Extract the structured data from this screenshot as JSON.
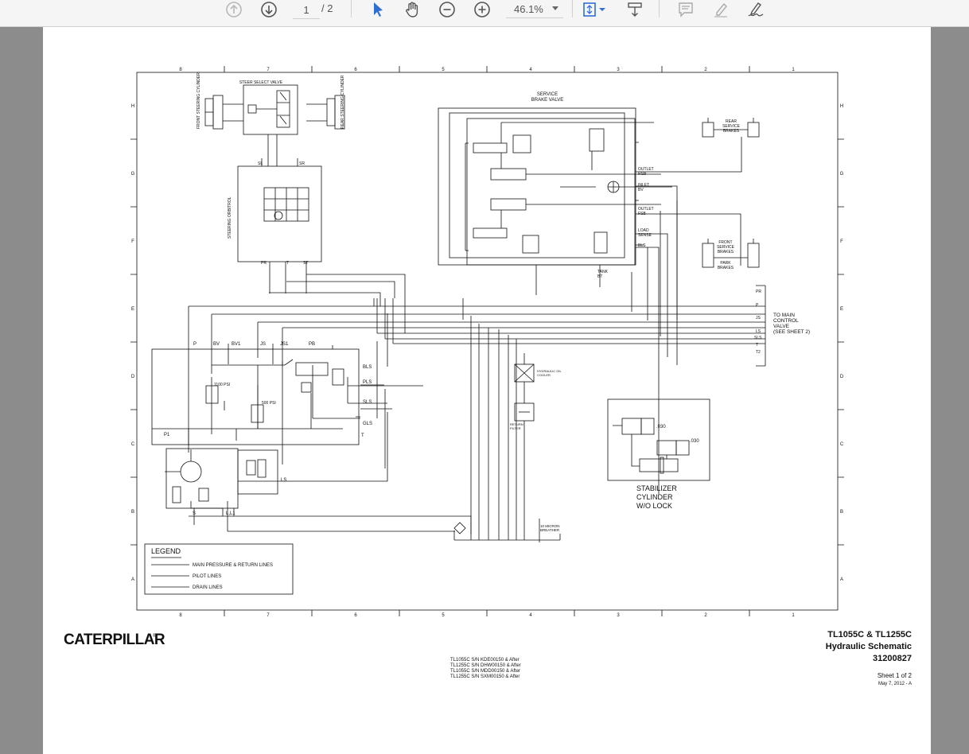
{
  "toolbar": {
    "current_page": "1",
    "total_pages": "/ 2",
    "zoom": "46.1%",
    "icons": [
      "page-up-icon",
      "page-down-icon",
      "zoom-out-icon",
      "zoom-in-icon",
      "select-pointer-icon",
      "hand-tool-icon",
      "fit-page-icon",
      "download-icon",
      "comment-icon",
      "highlight-icon",
      "sign-icon"
    ]
  },
  "schematic": {
    "grid_cols": [
      "8",
      "7",
      "6",
      "5",
      "4",
      "3",
      "2",
      "1"
    ],
    "grid_rows": [
      "H",
      "G",
      "F",
      "E",
      "D",
      "C",
      "B",
      "A"
    ],
    "steer_select_valve": "STEER SELECT VALVE",
    "front_steering_cylinder": "FRONT STEERING CYLINDER",
    "rear_steering_cylinder": "REAR STEERING CYLINDER",
    "steering_orbitrol": "STEERING ORBITROL",
    "service_brake_valve": [
      "SERVICE",
      "BRAKE VALVE"
    ],
    "rear_service_brakes": [
      "REAR",
      "SERVICE",
      "BRAKES"
    ],
    "front_service_brakes": [
      "FRONT",
      "SERVICE",
      "BRAKES"
    ],
    "park_brakes": [
      "PARK",
      "BRAKES"
    ],
    "outlet_rsb": [
      "OUTLET",
      "RSB"
    ],
    "inlet_bv": [
      "INLET",
      "BV"
    ],
    "outlet_fsb": [
      "OUTLET",
      "FSB"
    ],
    "load_sense": [
      "LOAD",
      "SENSE"
    ],
    "bls": "BLS",
    "tank_bt": [
      "TANK",
      "BT"
    ],
    "to_main_control": [
      "TO MAIN",
      "CONTROL",
      "VALVE",
      "(SEE SHEET 2)"
    ],
    "right_ports": [
      "PR",
      "P",
      "JS",
      "LS",
      "SLS",
      "T",
      "T2"
    ],
    "port_labels": {
      "p": "P",
      "bv": "BV",
      "bv1": "BV1",
      "js": "JS",
      "js1": "JS1",
      "pb": "PB",
      "pls": "PLS",
      "sls": "SLS",
      "gls": "GLS",
      "t": "T",
      "p1": "P1",
      "ls": "LS",
      "s": "S",
      "ll1": "L,L1",
      "sl": "SL",
      "sr": "SR",
      "pr": "PR",
      "st": "ST",
      "t_orb": "T"
    },
    "psi_1100": "1100 PSI",
    "psi_500": "500 PSI",
    "cooler": [
      "HYDRAULIC OIL",
      "COOLER"
    ],
    "return_filter": [
      "RETURN",
      "FILTER"
    ],
    "breather": [
      "10 MICRON",
      "BREATHER"
    ],
    "stabilizer": [
      "STABILIZER",
      "CYLINDER",
      "W/O LOCK"
    ],
    "orifice_030a": ".030",
    "orifice_030b": ".030",
    "legend_title": "LEGEND",
    "legend_items": [
      "MAIN PRESSURE & RETURN LINES",
      "PILOT LINES",
      "DRAIN LINES"
    ]
  },
  "title_block": {
    "brand": "CATERPILLAR",
    "registered": "®",
    "model": "TL1055C & TL1255C",
    "title": "Hydraulic Schematic",
    "number": "31200827",
    "sheet": "Sheet 1 of 2",
    "date": "May 7, 2012 - A",
    "serials": [
      "TL1055C S/N KDE00150 & After",
      "TL1255C S/N DHW00150 & After",
      "TL1055C S/N MDD00150 & After",
      "TL1255C S/N SXM00150 & After"
    ]
  }
}
